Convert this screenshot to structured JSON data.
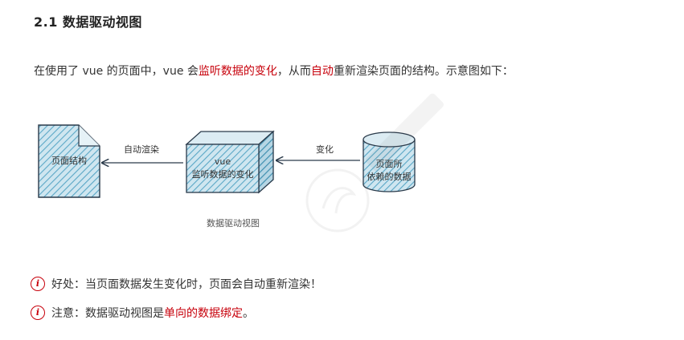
{
  "section": {
    "heading": "2.1 数据驱动视图"
  },
  "intro": {
    "part1": "在使用了 vue 的页面中，vue 会",
    "highlight1": "监听数据的变化",
    "part2": "，从而",
    "highlight2": "自动",
    "part3": "重新渲染页面的结构。示意图如下："
  },
  "diagram": {
    "page_structure_label": "页面结构",
    "vue_label": "vue",
    "vue_sublabel": "监听数据的变化",
    "data_label_line1": "页面所",
    "data_label_line2": "依赖的数据",
    "arrow_left_label": "自动渲染",
    "arrow_right_label": "变化",
    "caption": "数据驱动视图",
    "box_fill": "#5aa7c6",
    "stroke_color": "#2a3a4a"
  },
  "notes": [
    {
      "icon": "info-icon",
      "text_before": "好处：当页面数据发生变化时，页面会自动重新渲染！",
      "highlight": "",
      "text_after": ""
    },
    {
      "icon": "info-icon",
      "text_before": "注意：数据驱动视图是",
      "highlight": "单向的数据绑定",
      "text_after": "。"
    }
  ],
  "colors": {
    "accent_red": "#c7000b",
    "text": "#333333"
  }
}
